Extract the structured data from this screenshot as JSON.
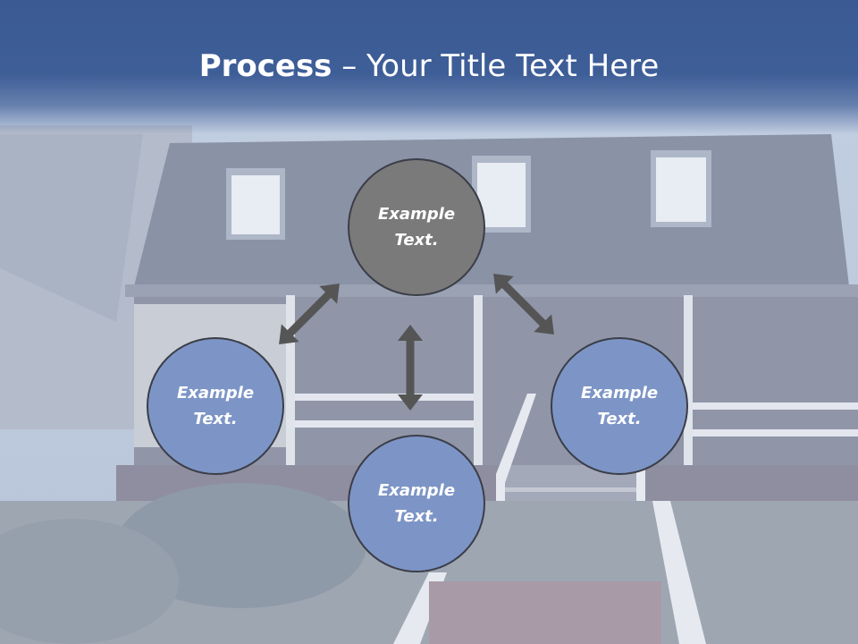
{
  "slide": {
    "title_bold": "Process",
    "title_rest": " – Your Title Text Here"
  },
  "diagram": {
    "nodes": [
      {
        "id": "top",
        "label": "Example\nText."
      },
      {
        "id": "left",
        "label": "Example\nText."
      },
      {
        "id": "bottom",
        "label": "Example\nText."
      },
      {
        "id": "right",
        "label": "Example\nText."
      }
    ]
  },
  "colors": {
    "title_band": "#3b5a94",
    "node_top": "#7a7a7a",
    "node_blue": "#7d95c6",
    "arrow": "#555555"
  }
}
